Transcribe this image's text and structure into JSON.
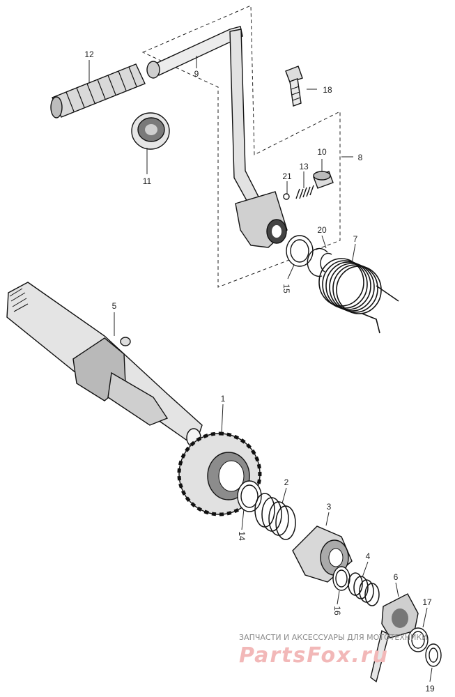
{
  "labels": {
    "p1": "1",
    "p2": "2",
    "p3": "3",
    "p4": "4",
    "p5": "5",
    "p6": "6",
    "p7": "7",
    "p8": "8",
    "p9": "9",
    "p10": "10",
    "p11": "11",
    "p12": "12",
    "p13": "13",
    "p14": "14",
    "p15": "15",
    "p16": "16",
    "p17": "17",
    "p18": "18",
    "p19": "19",
    "p20": "20",
    "p21": "21"
  },
  "watermark": {
    "tagline": "ЗАПЧАСТИ И АКСЕССУАРЫ ДЛЯ МОТОТЕХНИКИ",
    "brand": "PartsFox.ru"
  }
}
